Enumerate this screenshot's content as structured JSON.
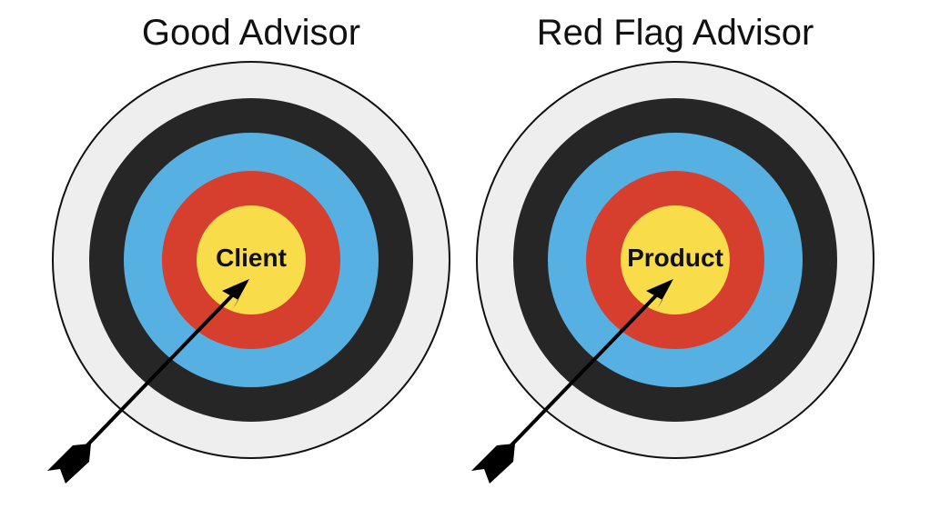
{
  "targets": [
    {
      "title": "Good Advisor",
      "center_label": "Client"
    },
    {
      "title": "Red Flag Advisor",
      "center_label": "Product"
    }
  ],
  "colors": {
    "outer_ring": "#eeeeee",
    "black_ring": "#262626",
    "blue_ring": "#56b0e2",
    "red_ring": "#d63f2e",
    "yellow_center": "#f9dc4a",
    "arrow": "#000000"
  }
}
